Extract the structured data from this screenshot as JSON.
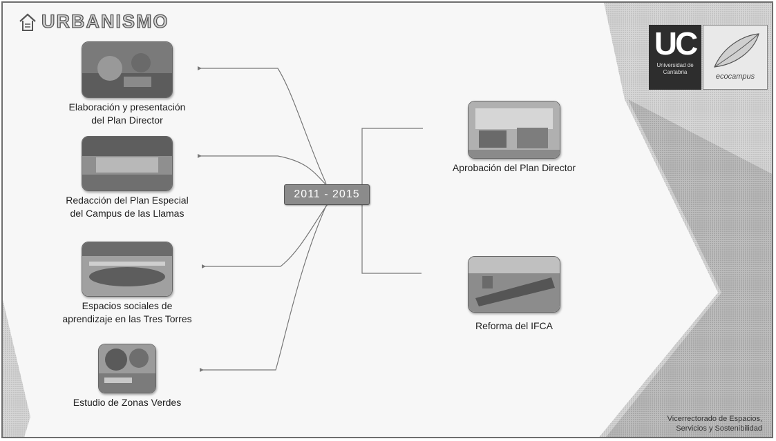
{
  "header": {
    "title": "URBANISMO"
  },
  "center": {
    "label": "2011 - 2015"
  },
  "left_nodes": [
    {
      "line1": "Elaboración y presentación",
      "line2": "del Plan Director"
    },
    {
      "line1": "Redacción del Plan Especial",
      "line2": "del Campus de las Llamas"
    },
    {
      "line1": "Espacios sociales de",
      "line2": "aprendizaje en las Tres Torres"
    },
    {
      "line1": "Estudio de Zonas Verdes",
      "line2": ""
    }
  ],
  "right_nodes": [
    {
      "label": "Aprobación del Plan Director"
    },
    {
      "label": "Reforma del IFCA"
    }
  ],
  "logos": {
    "uc_mark": "UC",
    "uc_sub": "Universidad de Cantabria",
    "eco_name": "ecocampus"
  },
  "footer": {
    "line1": "Vicerrectorado de Espacios,",
    "line2": "Servicios y Sostenibilidad"
  }
}
